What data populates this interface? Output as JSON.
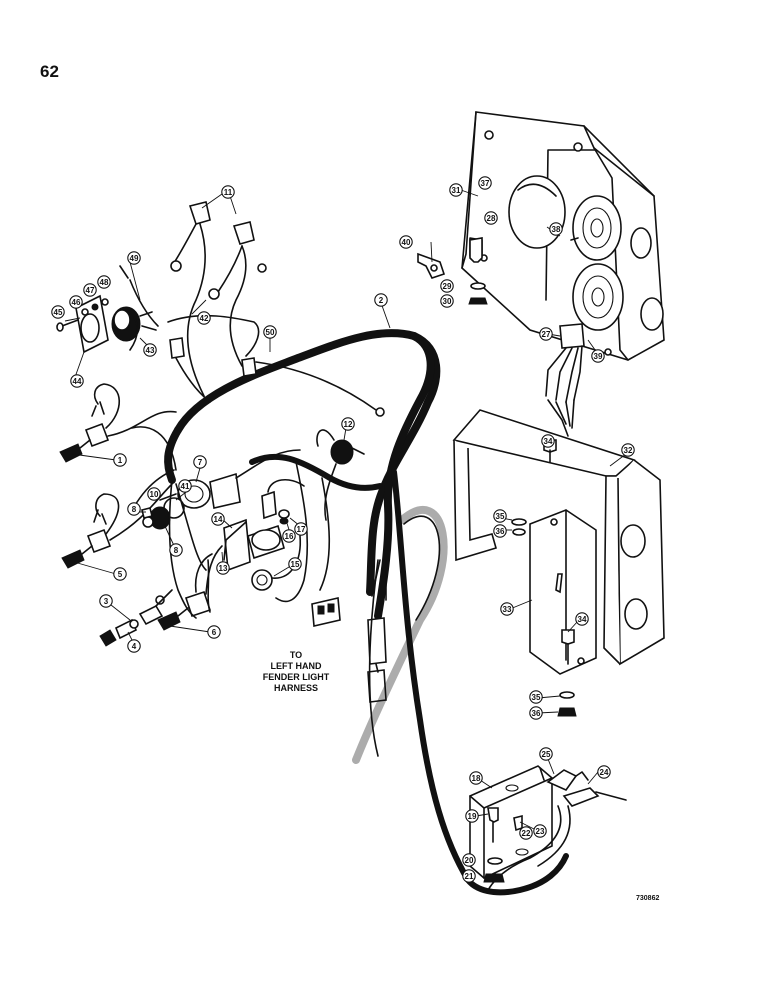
{
  "page_number": "62",
  "drawing_ref": "730862",
  "note_lines": [
    "TO",
    "LEFT HAND",
    "FENDER LIGHT",
    "HARNESS"
  ],
  "callouts": [
    {
      "id": "c1",
      "label": "1"
    },
    {
      "id": "c2",
      "label": "2"
    },
    {
      "id": "c3",
      "label": "3"
    },
    {
      "id": "c4",
      "label": "4"
    },
    {
      "id": "c5",
      "label": "5"
    },
    {
      "id": "c6",
      "label": "6"
    },
    {
      "id": "c7",
      "label": "7"
    },
    {
      "id": "c8a",
      "label": "8"
    },
    {
      "id": "c8b",
      "label": "8"
    },
    {
      "id": "c10",
      "label": "10"
    },
    {
      "id": "c11",
      "label": "11"
    },
    {
      "id": "c12",
      "label": "12"
    },
    {
      "id": "c13",
      "label": "13"
    },
    {
      "id": "c14",
      "label": "14"
    },
    {
      "id": "c15",
      "label": "15"
    },
    {
      "id": "c16",
      "label": "16"
    },
    {
      "id": "c17",
      "label": "17"
    },
    {
      "id": "c18",
      "label": "18"
    },
    {
      "id": "c19",
      "label": "19"
    },
    {
      "id": "c20",
      "label": "20"
    },
    {
      "id": "c21",
      "label": "21"
    },
    {
      "id": "c22",
      "label": "22"
    },
    {
      "id": "c23",
      "label": "23"
    },
    {
      "id": "c24",
      "label": "24"
    },
    {
      "id": "c25",
      "label": "25"
    },
    {
      "id": "c27",
      "label": "27"
    },
    {
      "id": "c28",
      "label": "28"
    },
    {
      "id": "c29",
      "label": "29"
    },
    {
      "id": "c30",
      "label": "30"
    },
    {
      "id": "c31",
      "label": "31"
    },
    {
      "id": "c32",
      "label": "32"
    },
    {
      "id": "c33",
      "label": "33"
    },
    {
      "id": "c34a",
      "label": "34"
    },
    {
      "id": "c34b",
      "label": "34"
    },
    {
      "id": "c35a",
      "label": "35"
    },
    {
      "id": "c35b",
      "label": "35"
    },
    {
      "id": "c36a",
      "label": "36"
    },
    {
      "id": "c36b",
      "label": "36"
    },
    {
      "id": "c37",
      "label": "37"
    },
    {
      "id": "c38",
      "label": "38"
    },
    {
      "id": "c39",
      "label": "39"
    },
    {
      "id": "c40",
      "label": "40"
    },
    {
      "id": "c41",
      "label": "41"
    },
    {
      "id": "c42",
      "label": "42"
    },
    {
      "id": "c43",
      "label": "43"
    },
    {
      "id": "c44",
      "label": "44"
    },
    {
      "id": "c45",
      "label": "45"
    },
    {
      "id": "c46",
      "label": "46"
    },
    {
      "id": "c47",
      "label": "47"
    },
    {
      "id": "c48",
      "label": "48"
    },
    {
      "id": "c49",
      "label": "49"
    },
    {
      "id": "c50",
      "label": "50"
    }
  ]
}
